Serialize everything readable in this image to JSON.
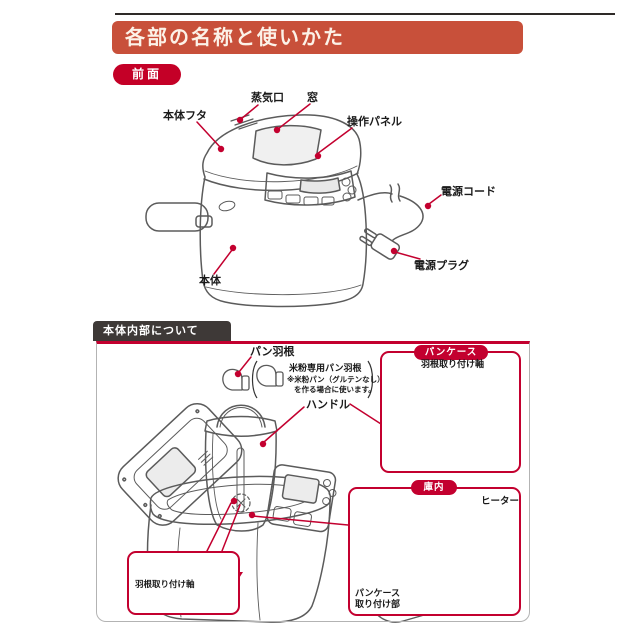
{
  "header": {
    "title": "各部の名称と使いかた"
  },
  "front": {
    "tag": "前面",
    "labels": {
      "lid": "本体フタ",
      "steam_vent": "蒸気口",
      "window": "窓",
      "control_panel": "操作パネル",
      "power_cord": "電源コード",
      "power_plug": "電源プラグ",
      "body": "本体"
    }
  },
  "interior": {
    "tab": "本体内部について",
    "labels": {
      "pan_blade": "パン羽根",
      "rice_blade_title": "米粉専用パン羽根",
      "rice_blade_note_1": "※米粉パン（グルテンなし）",
      "rice_blade_note_2": "を作る場合に使います。",
      "handle": "ハンドル"
    },
    "pan_case_box": {
      "title": "パンケース",
      "shaft_label": "羽根取り付け軸"
    },
    "chamber_box": {
      "title": "庫内",
      "heater_label": "ヒーター",
      "mount_label_line1": "パンケース",
      "mount_label_line2": "取り付け部"
    },
    "blade_shaft_box": {
      "shaft_label": "羽根取り付け軸"
    }
  },
  "colors": {
    "banner_red": "#c8503a",
    "accent_red": "#c3002f",
    "tab_dark": "#3e3937",
    "line_gray": "#5b5b5b"
  }
}
